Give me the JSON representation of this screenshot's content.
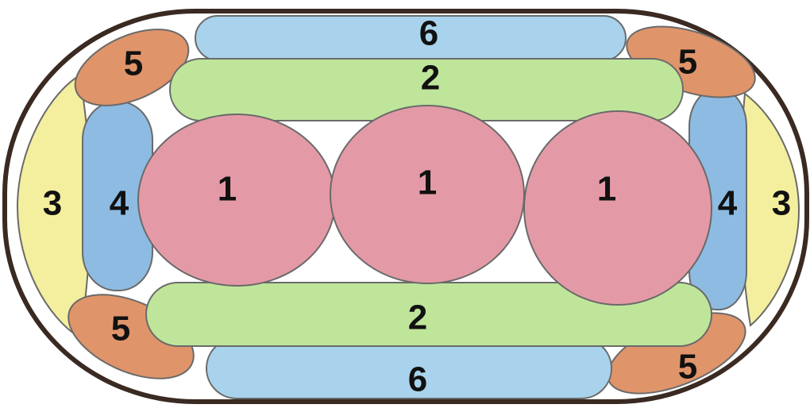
{
  "colors": {
    "outline": "#3a2a22",
    "background": "#ffffff",
    "red_cell": "#e49aa6",
    "green_cell": "#bfe59a",
    "blue_cell": "#a9d3ec",
    "blue_side_cell": "#8dbbe2",
    "orange_cell": "#e0946a",
    "yellow_cell": "#f4ef9e"
  },
  "labels": {
    "red_left": "1",
    "red_mid": "1",
    "red_right": "1",
    "green_top": "2",
    "green_bottom": "2",
    "yellow_left": "3",
    "yellow_right": "3",
    "blue_side_left": "4",
    "blue_side_right": "4",
    "orange_top_left": "5",
    "orange_top_right": "5",
    "orange_bottom_left": "5",
    "orange_bottom_right": "5",
    "blue_top": "6",
    "blue_bottom": "6"
  }
}
